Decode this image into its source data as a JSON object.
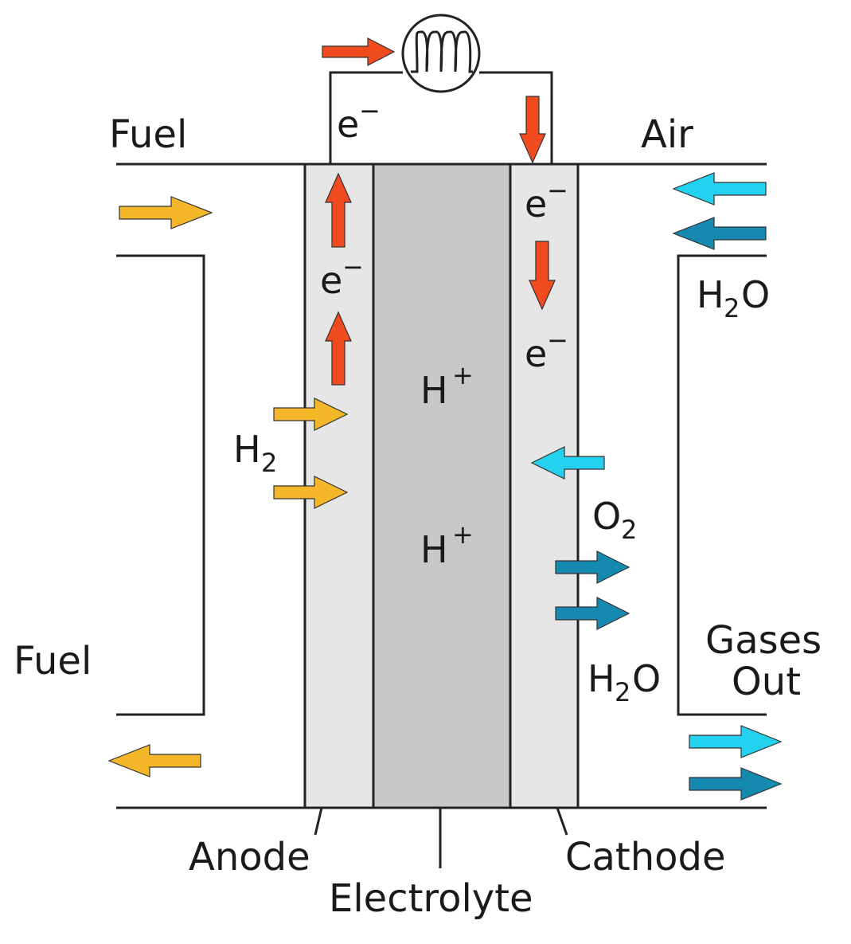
{
  "labels": {
    "fuel_in": "Fuel",
    "air_in": "Air",
    "fuel_out": "Fuel",
    "gases_out_1": "Gases",
    "gases_out_2": "Out",
    "anode": "Anode",
    "electrolyte": "Electrolyte",
    "cathode": "Cathode",
    "electron_base": "e",
    "electron_charge": "−",
    "proton_base": "H",
    "proton_charge": "+",
    "hydrogen_base": "H",
    "hydrogen_sub": "2",
    "oxygen_base": "O",
    "oxygen_sub": "2",
    "water_base_h": "H",
    "water_sub": "2",
    "water_base_o": "O"
  },
  "colors": {
    "outline": "#222222",
    "electrode_fill": "#e6e6e6",
    "electrolyte_fill": "#c8c8c8",
    "electron_arrow": "#f04a1f",
    "fuel_arrow": "#f5b72a",
    "oxygen_arrow": "#24d1ef",
    "water_arrow": "#1689b0"
  },
  "icons": [
    "lamp-icon",
    "arrow-right-icon",
    "arrow-left-icon",
    "arrow-up-icon",
    "arrow-down-icon"
  ]
}
